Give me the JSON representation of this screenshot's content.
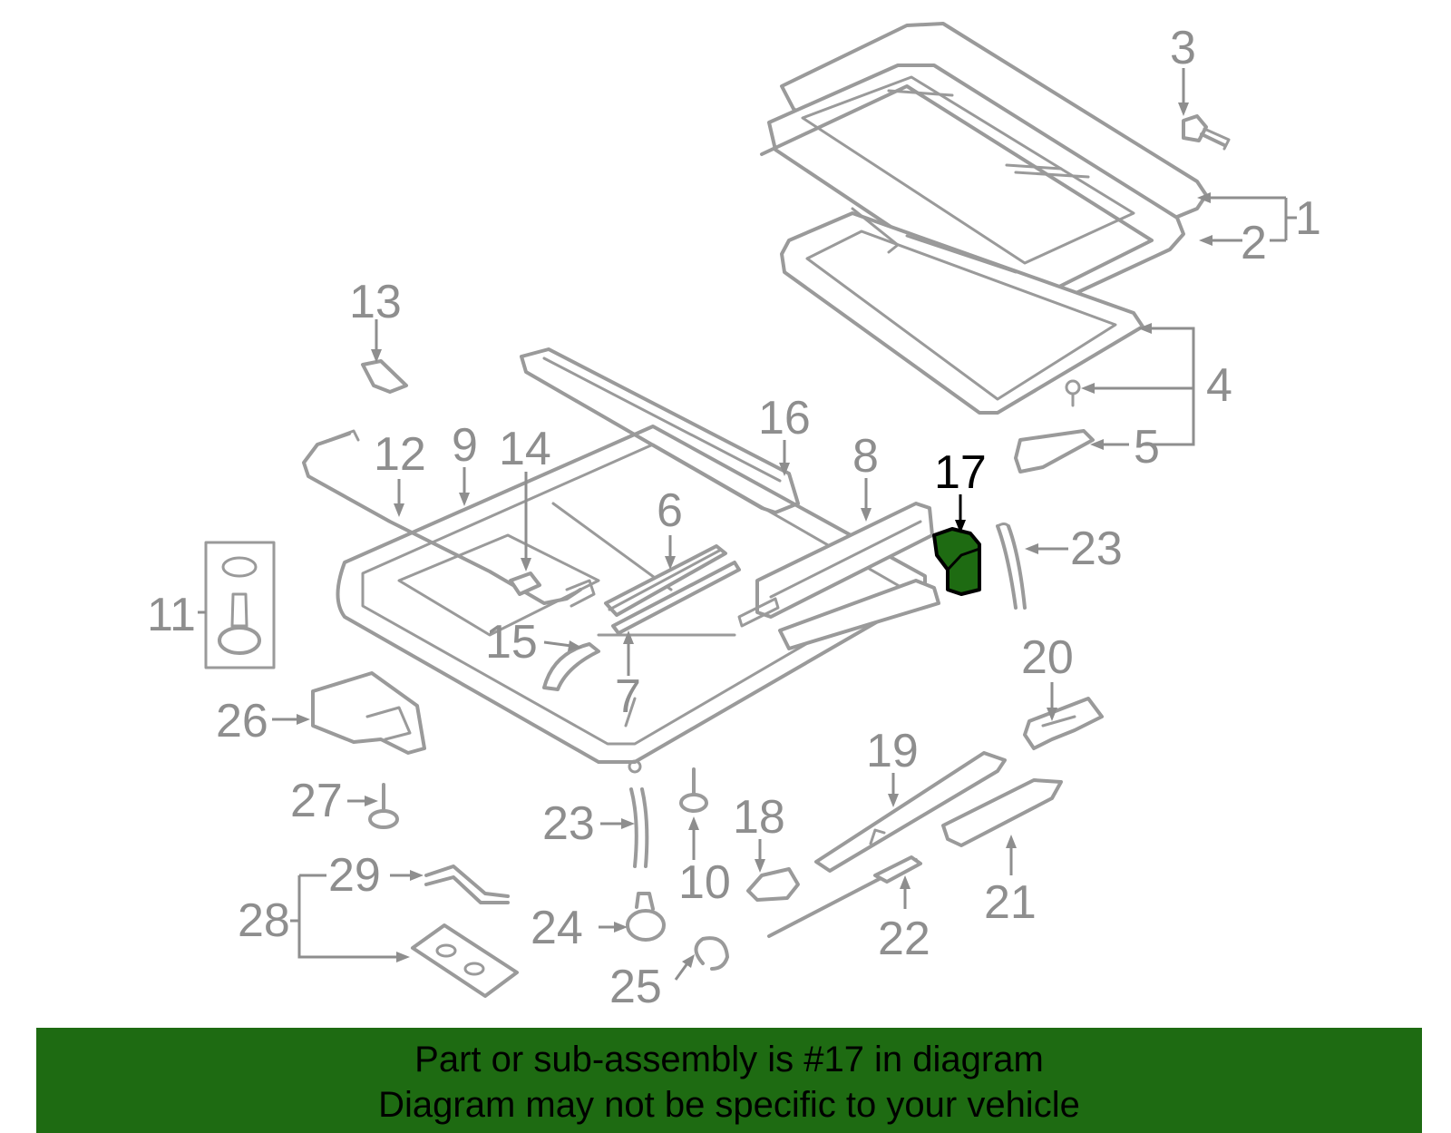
{
  "diagram": {
    "highlighted_part": "17",
    "colors": {
      "part": "#9a9a9a",
      "label": "#8e8e8e",
      "highlight": "#1e6b12",
      "banner": "#1e6b12"
    },
    "callouts": [
      "1",
      "2",
      "3",
      "4",
      "5",
      "6",
      "7",
      "8",
      "9",
      "10",
      "11",
      "12",
      "13",
      "14",
      "15",
      "16",
      "17",
      "18",
      "19",
      "20",
      "21",
      "22",
      "23",
      "23",
      "24",
      "25",
      "26",
      "27",
      "28",
      "29"
    ]
  },
  "banner": {
    "line1": "Part or sub-assembly is #17 in diagram",
    "line2": "Diagram may not be specific to your vehicle"
  }
}
